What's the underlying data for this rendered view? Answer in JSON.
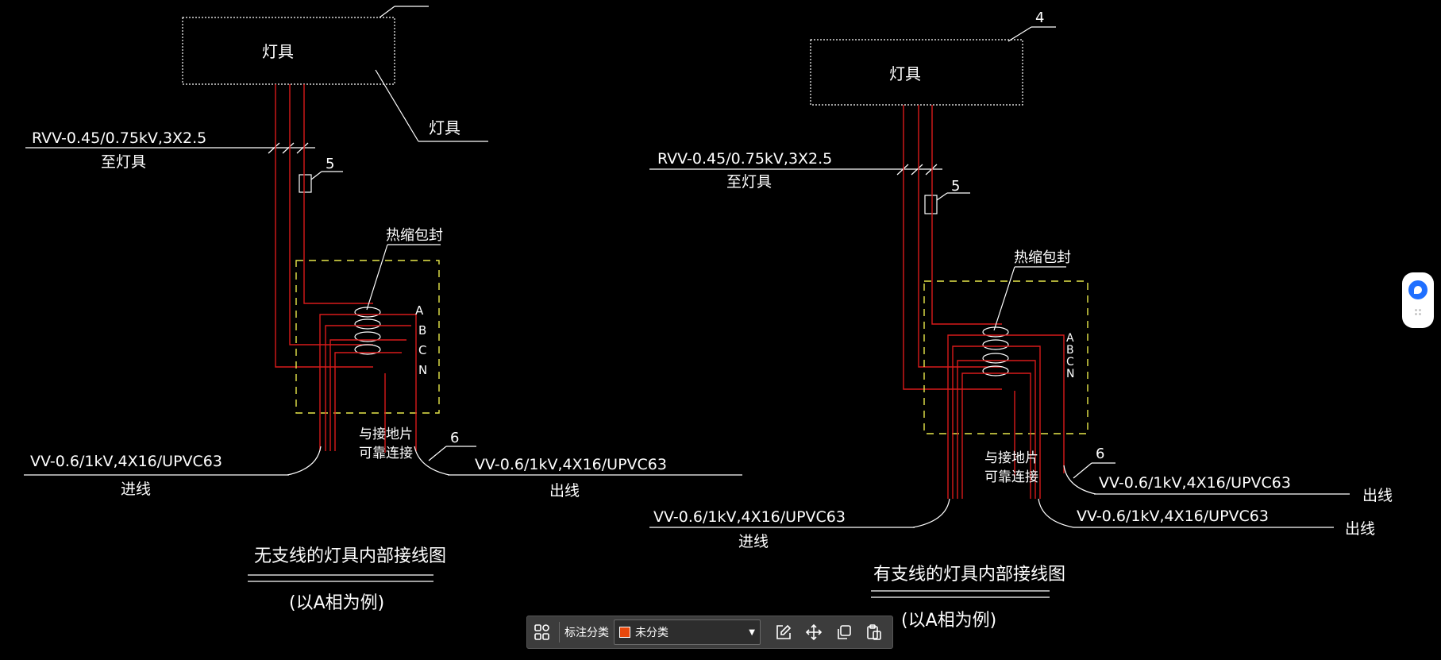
{
  "left_diagram": {
    "fixture_label": "灯具",
    "fixture_callout": "灯具",
    "cable_spec": "RVV-0.45/0.75kV,3X2.5",
    "cable_dest": "至灯具",
    "fuse_tag": "5",
    "heat_shrink": "热缩包封",
    "phases": [
      "A",
      "B",
      "C",
      "N"
    ],
    "ground_note_1": "与接地片",
    "ground_note_2": "可靠连接",
    "tag_6": "6",
    "in_cable": "VV-0.6/1kV,4X16/UPVC63",
    "in_label": "进线",
    "out_cable": "VV-0.6/1kV,4X16/UPVC63",
    "out_label": "出线",
    "title": "无支线的灯具内部接线图",
    "subtitle": "(以A相为例)"
  },
  "right_diagram": {
    "fixture_label": "灯具",
    "fixture_tag": "4",
    "cable_spec": "RVV-0.45/0.75kV,3X2.5",
    "cable_dest": "至灯具",
    "fuse_tag": "5",
    "heat_shrink": "热缩包封",
    "phases": [
      "A",
      "B",
      "C",
      "N"
    ],
    "ground_note_1": "与接地片",
    "ground_note_2": "可靠连接",
    "tag_6": "6",
    "out_cable_1": "VV-0.6/1kV,4X16/UPVC63",
    "out_label_1": "出线",
    "in_cable": "VV-0.6/1kV,4X16/UPVC63",
    "in_label": "进线",
    "out_cable_2": "VV-0.6/1kV,4X16/UPVC63",
    "out_label_2": "出线",
    "title": "有支线的灯具内部接线图",
    "subtitle": "(以A相为例)"
  },
  "toolbar": {
    "category_label": "标注分类",
    "category_value": "未分类",
    "category_color": "#e8480c",
    "icons": [
      "grid-icon",
      "edit-icon",
      "move-icon",
      "copy-icon",
      "paste-icon"
    ]
  },
  "colors": {
    "wire": "#d81b1b",
    "enclosure": "#e8e84a",
    "line": "#ffffff"
  }
}
